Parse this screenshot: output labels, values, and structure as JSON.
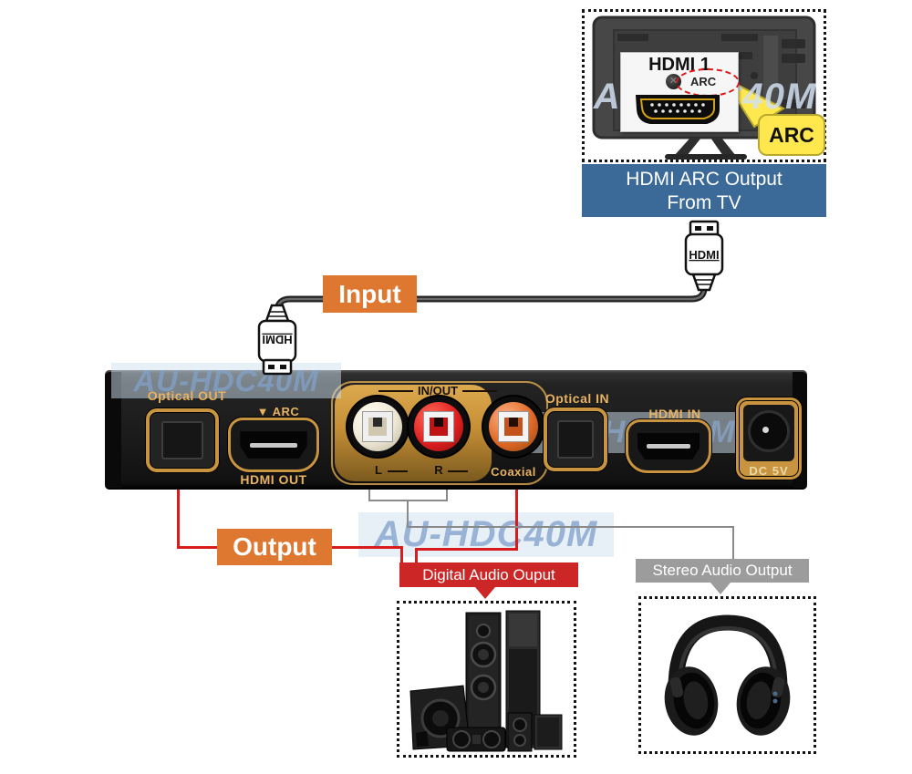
{
  "colors": {
    "orange": "#DE772F",
    "blue_banner": "#3B6A99",
    "red_label": "#CC2626",
    "gray_label": "#9C9C9C",
    "red_line": "#D81B1B",
    "gray_line": "#8A8A8A",
    "gold": "#C9943F",
    "watermark_blue": "#7EA0C8",
    "yellow_callout": "#FFE84D"
  },
  "watermark_text": "AU-HDC40M",
  "tv": {
    "hdmi_port_label": "HDMI 1",
    "arc_small_label": "ARC",
    "arc_callout": "ARC",
    "caption_line1": "HDMI ARC Output",
    "caption_line2": "From TV"
  },
  "cable": {
    "hdmi_connector_top": "HDMI",
    "hdmi_connector_bottom": "HDMI",
    "input_label": "Input"
  },
  "device": {
    "optical_out": "Optical OUT",
    "arc": "▼ ARC",
    "hdmi_out": "HDMI OUT",
    "in_out": "IN/OUT",
    "l": "L",
    "r": "R",
    "coaxial": "Coaxial",
    "optical_in": "Optical IN",
    "hdmi_in": "HDMI IN",
    "dc": "DC 5V"
  },
  "outputs": {
    "output_label": "Output",
    "digital": "Digital Audio Ouput",
    "stereo": "Stereo Audio Output"
  }
}
